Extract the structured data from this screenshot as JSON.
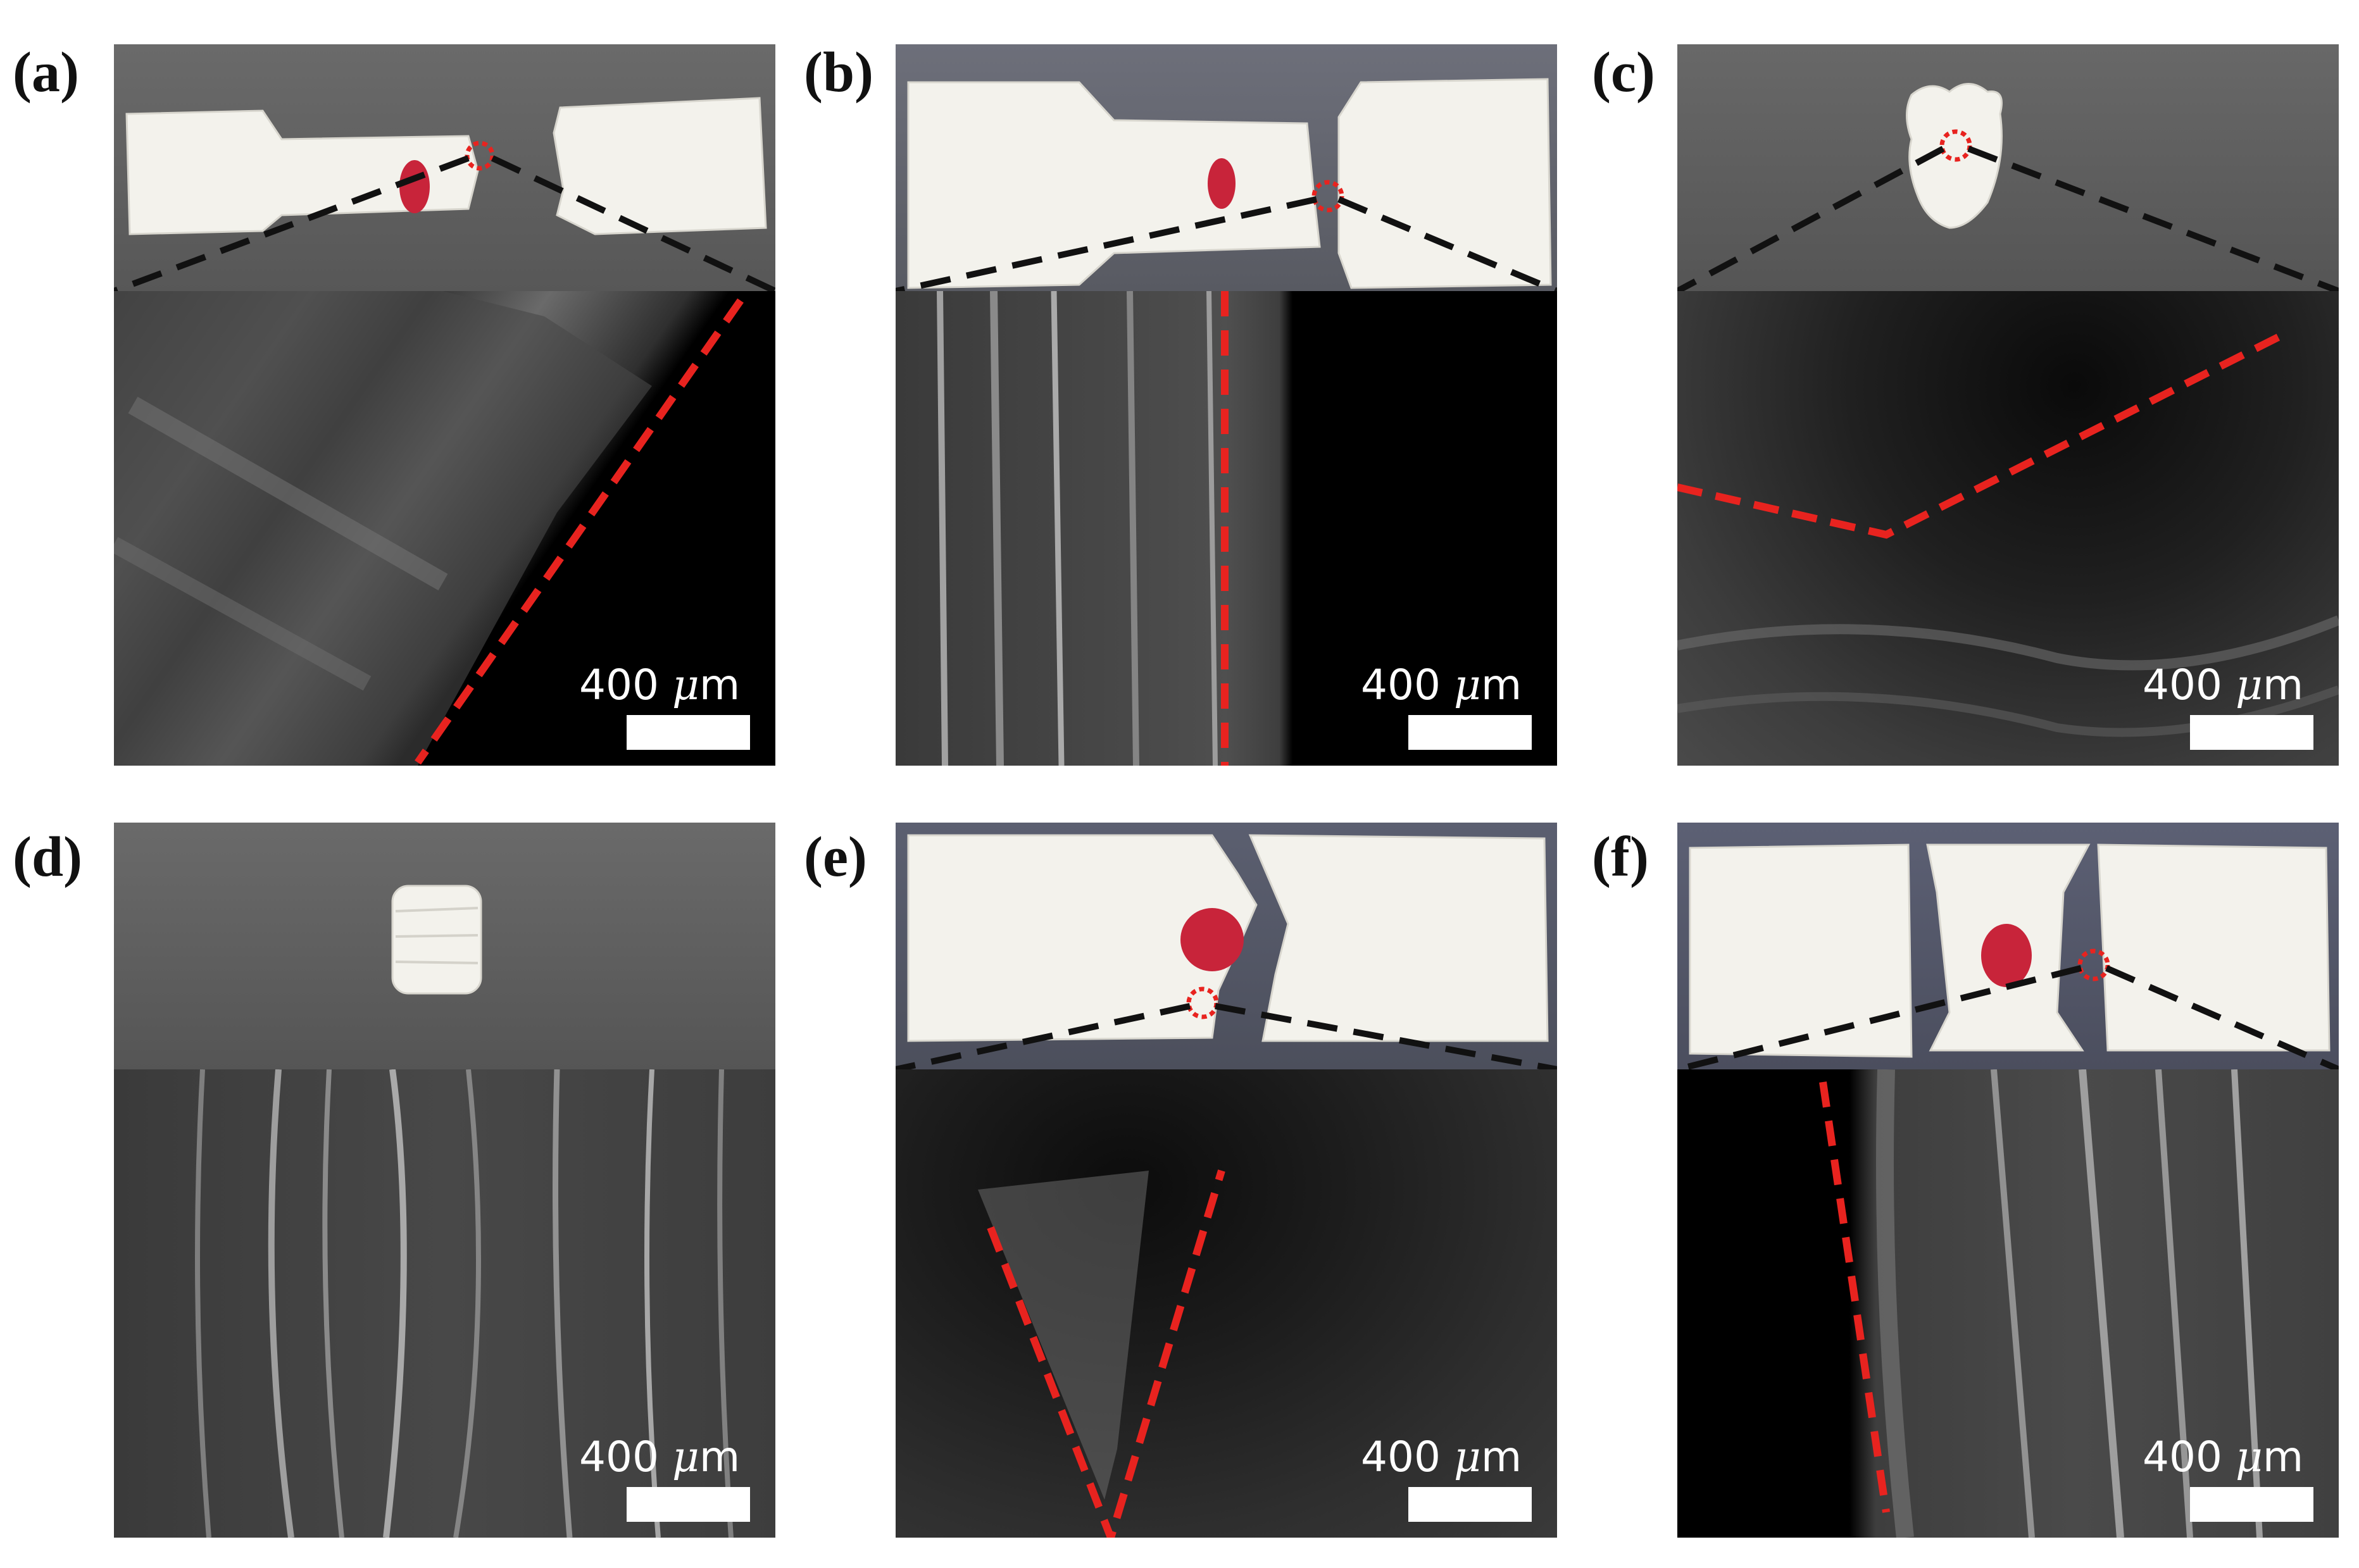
{
  "panels": [
    {
      "label": "(a)",
      "scale": "400",
      "unit": "m",
      "unit_prefix": "μ"
    },
    {
      "label": "(b)",
      "scale": "400",
      "unit": "m",
      "unit_prefix": "μ"
    },
    {
      "label": "(c)",
      "scale": "400",
      "unit": "m",
      "unit_prefix": "μ"
    },
    {
      "label": "(d)",
      "scale": "400",
      "unit": "m",
      "unit_prefix": "μ"
    },
    {
      "label": "(e)",
      "scale": "400",
      "unit": "m",
      "unit_prefix": "μ"
    },
    {
      "label": "(f)",
      "scale": "400",
      "unit": "m",
      "unit_prefix": "μ"
    }
  ],
  "colors": {
    "fracture_line": "#e8231f",
    "zoom_line": "#000000",
    "photo_background": "#5f5f5f",
    "specimen": "#f4f3ee",
    "marker": "#c8243a"
  }
}
